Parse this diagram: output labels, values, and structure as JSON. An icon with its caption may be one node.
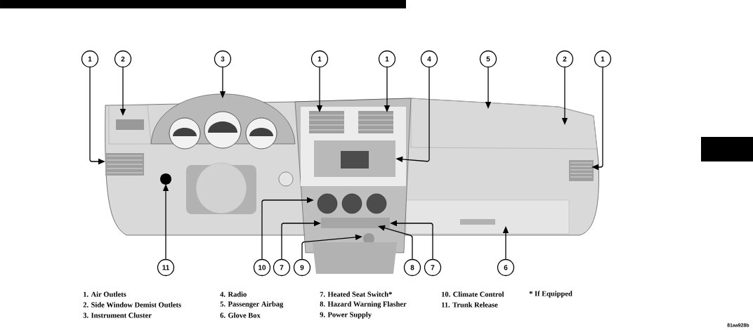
{
  "diagram": {
    "nodes": [
      {
        "text": [
          "1"
        ]
      },
      {
        "text": [
          "2"
        ]
      },
      {
        "text": [
          "3"
        ]
      },
      {
        "text": [
          "1"
        ]
      },
      {
        "text": [
          "1"
        ]
      },
      {
        "text": [
          "4"
        ]
      },
      {
        "text": [
          "5"
        ]
      },
      {
        "text": [
          "2"
        ]
      },
      {
        "text": [
          "1"
        ]
      },
      {
        "text": [
          "11"
        ]
      },
      {
        "text": [
          "10"
        ]
      },
      {
        "text": [
          "7"
        ]
      },
      {
        "text": [
          "9"
        ]
      },
      {
        "text": [
          "8"
        ]
      },
      {
        "text": [
          "7"
        ]
      },
      {
        "text": [
          "6"
        ]
      },
      {
        "text": [],
        "shape": "box"
      },
      {
        "text": [],
        "shape": "picture"
      }
    ],
    "edges": [
      {
        "from": 0,
        "to": null,
        "arrow": "to"
      },
      {
        "from": 1,
        "to": null,
        "arrow": "to"
      },
      {
        "from": 2,
        "to": null,
        "arrow": "to"
      },
      {
        "from": 3,
        "to": null,
        "arrow": "to"
      },
      {
        "from": 4,
        "to": null,
        "arrow": "to"
      },
      {
        "from": 5,
        "to": 17,
        "arrow": "to"
      },
      {
        "from": 6,
        "to": null,
        "arrow": "to"
      },
      {
        "from": 7,
        "to": null,
        "arrow": "to"
      },
      {
        "from": 8,
        "to": null,
        "arrow": "to"
      },
      {
        "from": 9,
        "to": null,
        "arrow": "to"
      },
      {
        "from": 10,
        "to": null,
        "arrow": "to"
      },
      {
        "from": 11,
        "to": null,
        "arrow": "to"
      },
      {
        "from": 12,
        "to": null,
        "arrow": "to"
      },
      {
        "from": 13,
        "to": null,
        "arrow": "to"
      },
      {
        "from": 14,
        "to": null,
        "arrow": "to"
      },
      {
        "from": 15,
        "to": null,
        "arrow": "to"
      }
    ],
    "labels": [
      "1. Air Outlets",
      "2. Side Window Demist Outlets",
      "3. Instrument Cluster",
      "4. Radio",
      "5. Passenger Airbag",
      "6. Glove Box",
      "7. Heated Seat Switch*",
      "8. Hazard Warning Flasher",
      "9. Power Supply",
      "10. Climate Control",
      "11. Trunk Release",
      "* If Equipped",
      "81aa928b"
    ]
  }
}
